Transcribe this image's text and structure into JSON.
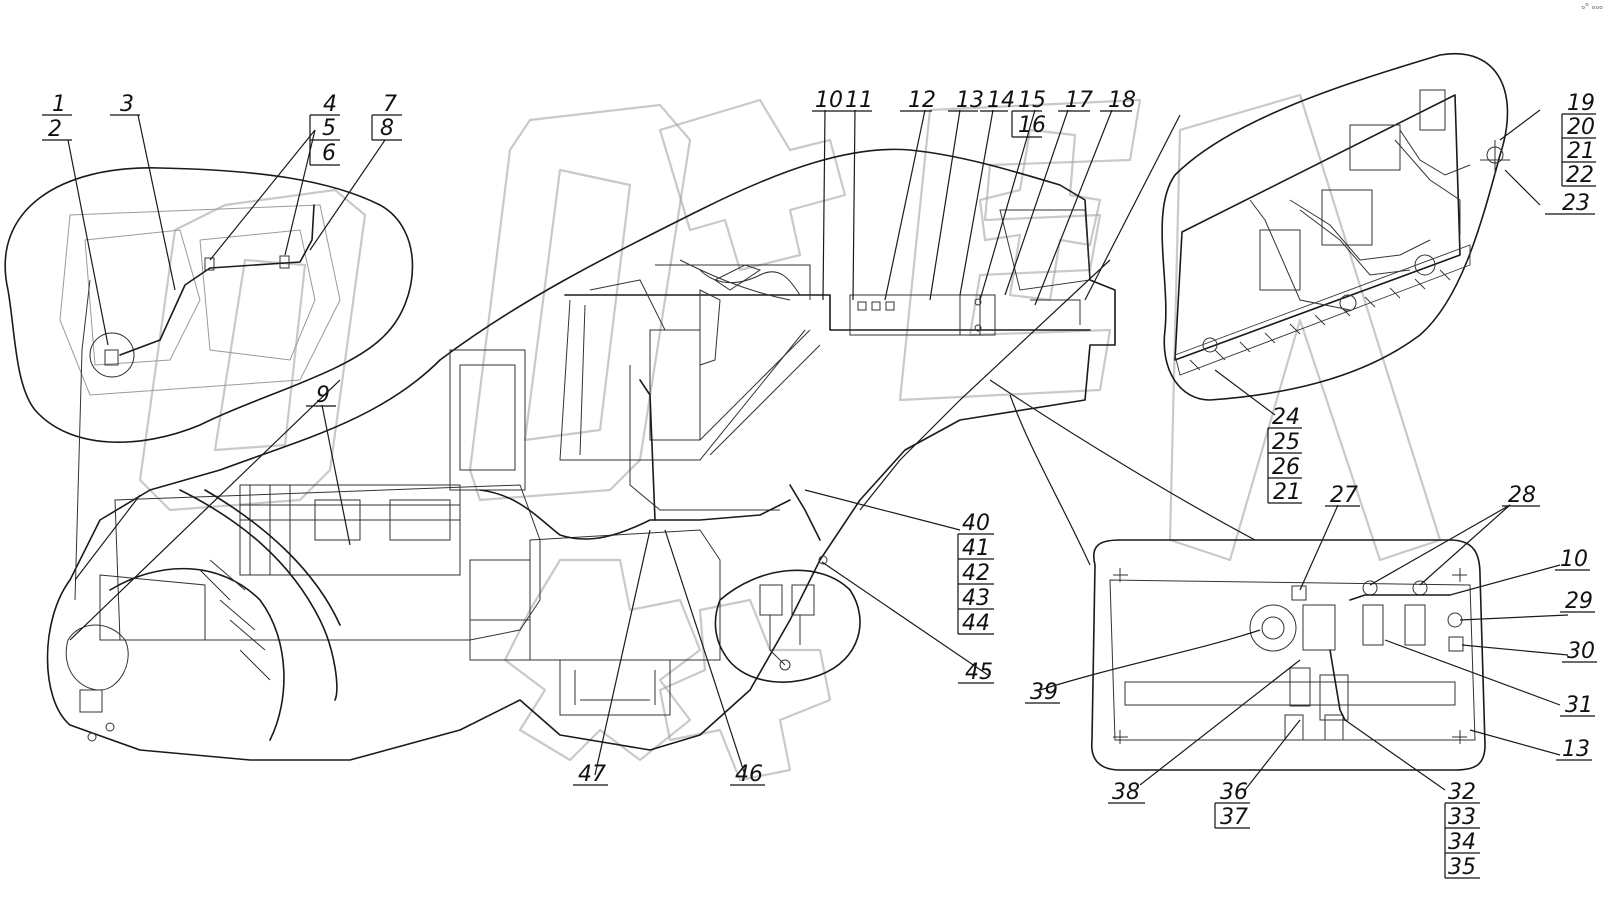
{
  "corner_mark": "ₒᵒ ₒₒₒ",
  "callouts": {
    "c1": "1",
    "c2": "2",
    "c3": "3",
    "c4": "4",
    "c5": "5",
    "c6": "6",
    "c7": "7",
    "c8": "8",
    "c9": "9",
    "c10a": "10",
    "c11": "11",
    "c12": "12",
    "c13a": "13",
    "c14": "14",
    "c15": "15",
    "c16": "16",
    "c17": "17",
    "c18": "18",
    "c19": "19",
    "c20": "20",
    "c21a": "21",
    "c22": "22",
    "c23": "23",
    "c24": "24",
    "c25": "25",
    "c26": "26",
    "c21b": "21",
    "c27": "27",
    "c28": "28",
    "c10b": "10",
    "c29": "29",
    "c30": "30",
    "c31": "31",
    "c13b": "13",
    "c39": "39",
    "c38": "38",
    "c36": "36",
    "c37": "37",
    "c32": "32",
    "c33": "33",
    "c34": "34",
    "c35": "35",
    "c40": "40",
    "c41": "41",
    "c42": "42",
    "c43": "43",
    "c44": "44",
    "c45": "45",
    "c46": "46",
    "c47": "47"
  }
}
